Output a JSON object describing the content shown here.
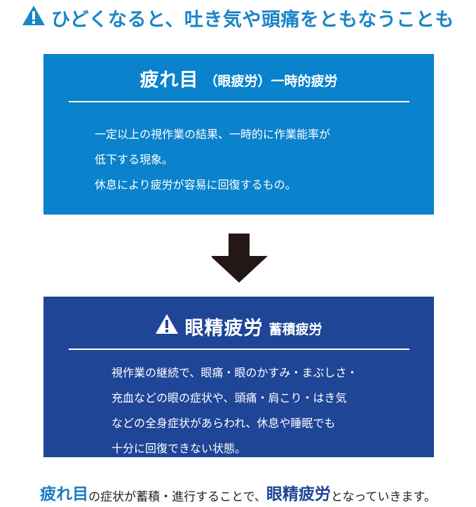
{
  "heading": {
    "icon": "warning-triangle-icon",
    "text": "ひどくなると、吐き気や頭痛をともなうことも",
    "color": "#1a85c8"
  },
  "box_temporary": {
    "title_main": "疲れ目",
    "title_sub": "（眼疲労）一時的疲労",
    "bg_color": "#0a82cc",
    "lines": [
      "一定以上の視作業の結果、一時的に作業能率が",
      "低下する現象。",
      "休息により疲労が容易に回復するもの。"
    ]
  },
  "arrow": {
    "icon": "down-arrow-icon"
  },
  "box_cumulative": {
    "icon": "warning-triangle-icon",
    "title_main": "眼精疲労",
    "title_sub": "蓄積疲労",
    "bg_color": "#1f4597",
    "lines": [
      "視作業の継続で、眼痛・眼のかすみ・まぶしさ・",
      "充血などの眼の症状や、頭痛・肩こり・はき気",
      "などの全身症状があらわれ、休息や睡眠でも",
      "十分に回復できない状態。"
    ]
  },
  "summary": {
    "part1_highlight": "疲れ目",
    "part2": "の症状が蓄積・進行することで、",
    "part3_highlight": "眼精疲労",
    "part4": "となっていきます。"
  }
}
